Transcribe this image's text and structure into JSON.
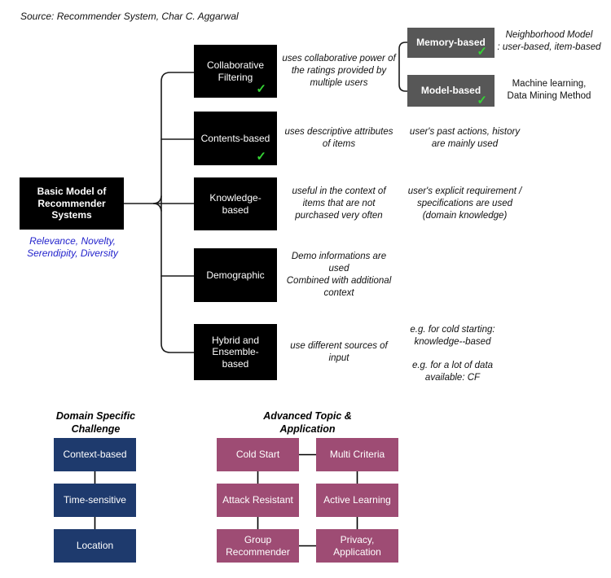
{
  "source_note": "Source: Recommender System, Char C. Aggarwal",
  "colors": {
    "black_box": "#000000",
    "gray_box": "#575757",
    "navy_box": "#1e3a6d",
    "purple_box": "#9e4c74",
    "check_green": "#35d435",
    "accent_blue": "#2323cc",
    "connector": "#1a1a1a"
  },
  "check_icon": "✓",
  "root": {
    "label": "Basic Model of\nRecommender\nSystems",
    "qualities": "Relevance, Novelty,\nSerendipity, Diversity"
  },
  "categories": [
    {
      "label": "Collaborative\nFiltering",
      "checked": true,
      "description": "uses collaborative power of\nthe ratings provided by\nmultiple users",
      "note": ""
    },
    {
      "label": "Contents-based",
      "checked": true,
      "description": "uses descriptive attributes\nof items",
      "note": "user's past actions, history\nare mainly used"
    },
    {
      "label": "Knowledge-\nbased",
      "checked": false,
      "description": "useful in the context of\nitems that are not\npurchased very often",
      "note": "user's explicit requirement /\nspecifications are used\n(domain knowledge)"
    },
    {
      "label": "Demographic",
      "checked": false,
      "description": "Demo informations are\nused\nCombined with additional\ncontext",
      "note": ""
    },
    {
      "label": "Hybrid and\nEnsemble-\nbased",
      "checked": false,
      "description": "use different sources of\ninput",
      "note": "e.g. for cold starting:\nknowledge--based\n\ne.g. for a lot of data\navailable: CF"
    }
  ],
  "collaborative_subtypes": {
    "memory": {
      "label": "Memory-based",
      "checked": true,
      "note": "Neighborhood Model\n: user-based, item-based"
    },
    "model": {
      "label": "Model-based",
      "checked": true,
      "note": "Machine learning,\nData Mining Method"
    }
  },
  "domain_challenges": {
    "title": "Domain Specific\nChallenge",
    "items": [
      "Context-based",
      "Time-sensitive",
      "Location"
    ]
  },
  "advanced_topics": {
    "title": "Advanced Topic &\nApplication",
    "left_items": [
      "Cold Start",
      "Attack Resistant",
      "Group\nRecommender"
    ],
    "right_items": [
      "Multi Criteria",
      "Active Learning",
      "Privacy,\nApplication"
    ]
  }
}
